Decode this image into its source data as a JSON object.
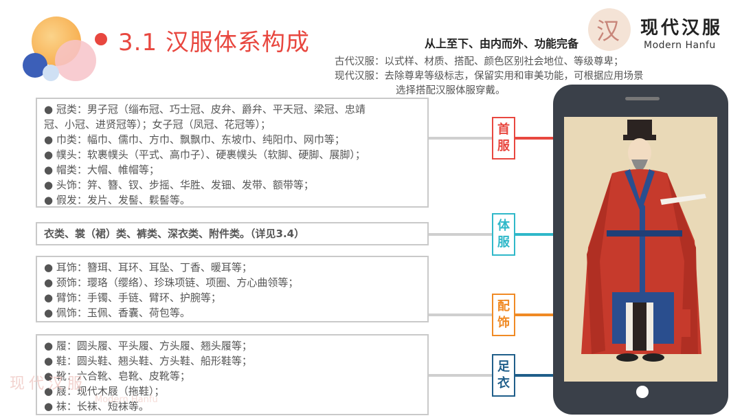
{
  "header": {
    "title": "3.1 汉服体系构成",
    "subtitle": "从上至下、由内而外、功能完备",
    "ancient_line": "古代汉服：以式样、材质、搭配、颜色区别社会地位、等级尊卑；",
    "modern_line_1": "现代汉服：去除尊卑等级标志，保留实用和审美功能，可根据应用场景",
    "modern_line_2": "选择搭配汉服体服穿戴。"
  },
  "logo": {
    "mark_char": "汉",
    "cn": "现代汉服",
    "en": "Modern Hanfu"
  },
  "sections": [
    {
      "lines": [
        "● 冠类：男子冠（缁布冠、巧士冠、皮弁、爵弁、平天冠、梁冠、忠靖",
        "冠、小冠、进贤冠等）；女子冠（凤冠、花冠等）；",
        "● 巾类：幅巾、儒巾、方巾、飘飘巾、东坡巾、纯阳巾、网巾等；",
        "● 幞头：软裹幞头（平式、高巾子）、硬裹幞头（软脚、硬脚、展脚）；",
        "● 帽类：大帽、帷帽等；",
        "● 头饰：笄、簪、钗、步摇、华胜、发钿、发带、额带等；",
        "● 假发：发片、发髻、鬏髻等。"
      ]
    },
    {
      "lines": [
        "衣类、裳（裙）类、裤类、深衣类、附件类。（详见3.4）"
      ]
    },
    {
      "lines": [
        "● 耳饰：簪珥、耳环、耳坠、丁香、暖耳等；",
        "● 颈饰：璎珞（缨络）、珍珠项链、项圈、方心曲领等；",
        "● 臂饰：手镯、手链、臂环、护腕等；",
        "● 佩饰：玉佩、香囊、荷包等。"
      ]
    },
    {
      "lines": [
        "● 履：圆头履、平头履、方头履、翘头履等；",
        "● 鞋：圆头鞋、翘头鞋、方头鞋、船形鞋等；",
        "● 靴：六合靴、皂靴、皮靴等；",
        "● 屐：现代木屐（拖鞋）；",
        "● 袜：长袜、短袜等。"
      ]
    }
  ],
  "categories": [
    {
      "label_1": "首",
      "label_2": "服",
      "color": "#e8473f"
    },
    {
      "label_1": "体",
      "label_2": "服",
      "color": "#2fb8c9"
    },
    {
      "label_1": "配",
      "label_2": "饰",
      "color": "#f08a24"
    },
    {
      "label_1": "足",
      "label_2": "衣",
      "color": "#1f5e8a"
    }
  ],
  "watermark": {
    "text": "现代汉服",
    "small": "Modern Hanfu"
  },
  "colors": {
    "accent_red": "#e8473f",
    "accent_cyan": "#2fb8c9",
    "accent_orange": "#f08a24",
    "accent_navy": "#1f5e8a",
    "phone": "#3a4049"
  }
}
